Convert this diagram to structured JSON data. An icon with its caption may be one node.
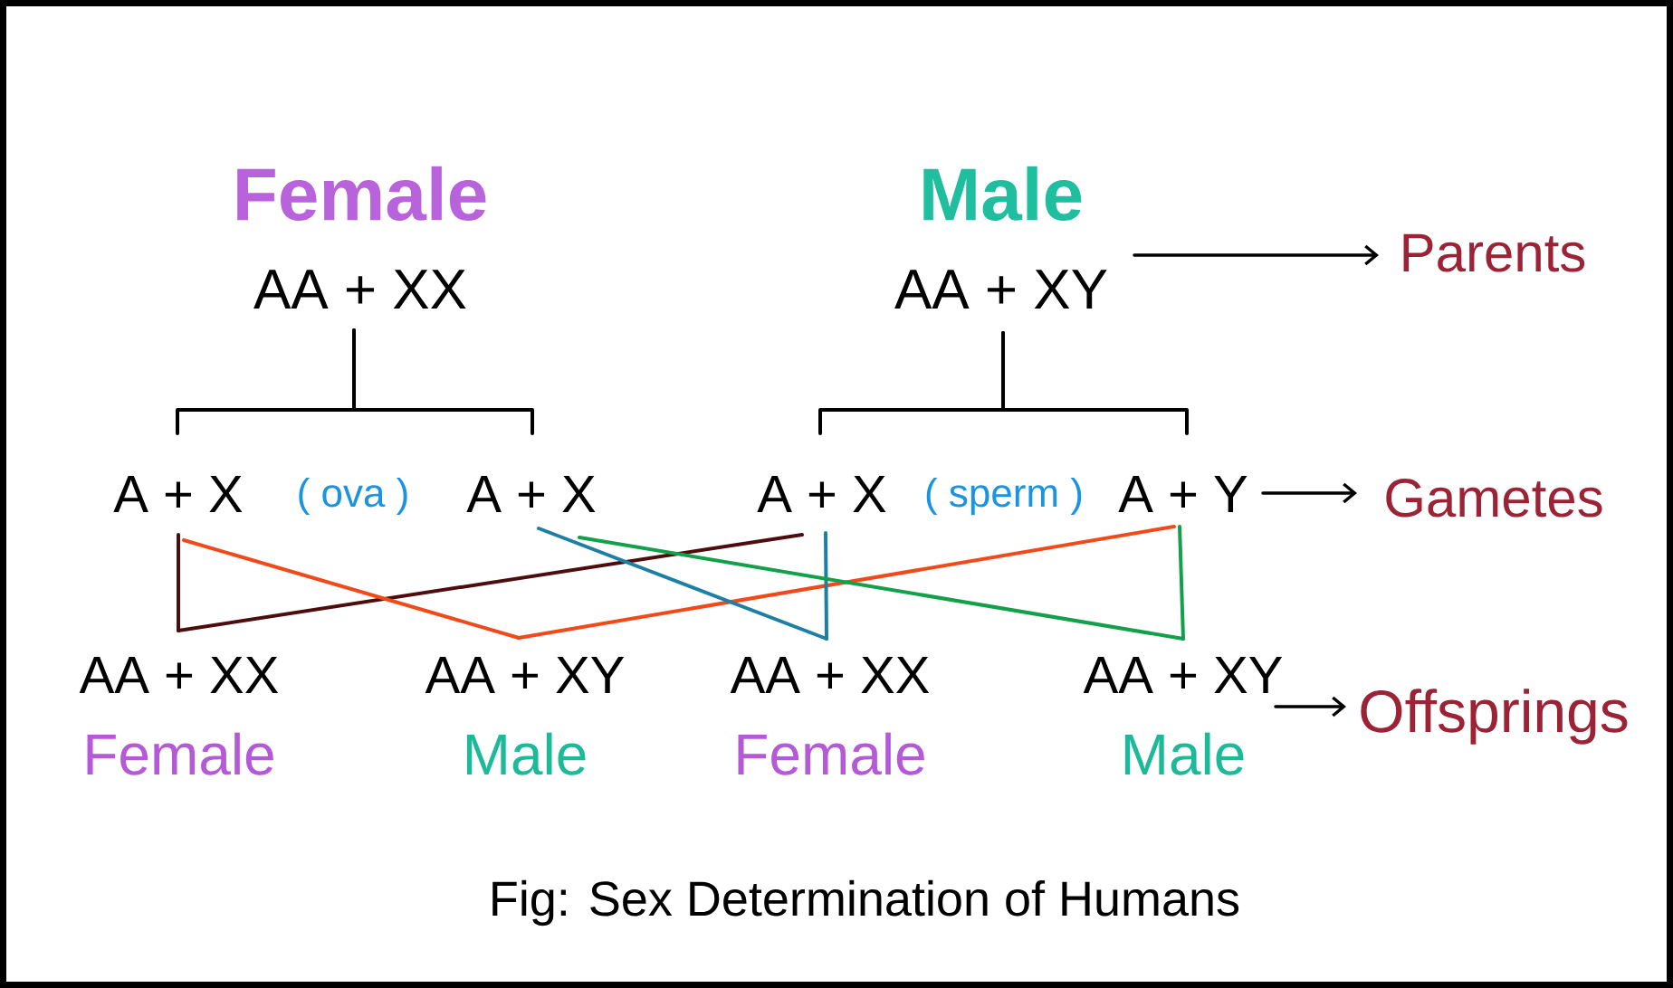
{
  "diagram": {
    "caption": "Fig: Sex Determination of Humans",
    "nodes": [
      {
        "text": [
          "Female",
          "AA + XX"
        ]
      },
      {
        "text": [
          "Male",
          "AA + XY"
        ]
      },
      {
        "text": [
          "Parents"
        ]
      },
      {
        "text": [
          "A + X"
        ]
      },
      {
        "text": [
          "A + X"
        ]
      },
      {
        "text": [
          "A + X"
        ]
      },
      {
        "text": [
          "A + Y"
        ]
      },
      {
        "text": [
          "Gametes"
        ]
      },
      {
        "text": [
          "AA + XX",
          "Female"
        ]
      },
      {
        "text": [
          "AA + XY",
          "Male"
        ]
      },
      {
        "text": [
          "AA + XX",
          "Female"
        ]
      },
      {
        "text": [
          "AA + XY",
          "Male"
        ]
      },
      {
        "text": [
          "Offsprings"
        ]
      }
    ],
    "edges": [
      {
        "from": 0,
        "to": 3,
        "arrow": "none"
      },
      {
        "from": 0,
        "to": 4,
        "arrow": "none"
      },
      {
        "from": 1,
        "to": 5,
        "arrow": "none"
      },
      {
        "from": 1,
        "to": 6,
        "arrow": "none"
      },
      {
        "from": 1,
        "to": 2,
        "arrow": "to"
      },
      {
        "from": 6,
        "to": 7,
        "arrow": "to"
      },
      {
        "from": 11,
        "to": 12,
        "arrow": "to"
      },
      {
        "from": 3,
        "to": 8,
        "arrow": "none",
        "color": "#4d0d0d"
      },
      {
        "from": 5,
        "to": 8,
        "arrow": "none",
        "color": "#4d0d0d"
      },
      {
        "from": 3,
        "to": 9,
        "arrow": "none",
        "color": "#f04a1a"
      },
      {
        "from": 6,
        "to": 9,
        "arrow": "none",
        "color": "#f04a1a"
      },
      {
        "from": 4,
        "to": 10,
        "arrow": "none",
        "color": "#1d7fa3"
      },
      {
        "from": 5,
        "to": 10,
        "arrow": "none",
        "color": "#1d7fa3"
      },
      {
        "from": 4,
        "to": 11,
        "arrow": "none",
        "color": "#12a04a"
      },
      {
        "from": 6,
        "to": 11,
        "arrow": "none",
        "color": "#12a04a"
      }
    ],
    "labels": [
      "( ova )",
      "( sperm )"
    ]
  }
}
